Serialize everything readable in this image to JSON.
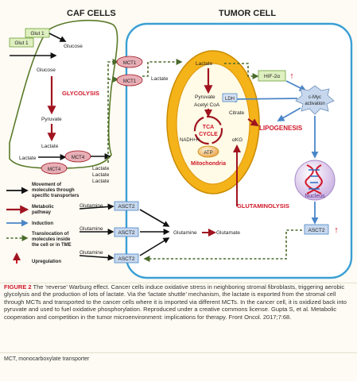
{
  "headers": {
    "caf": "CAF CELLS",
    "tumor": "TUMOR CELL"
  },
  "caf": {
    "glut1_a": "Glut 1",
    "glut1_b": "Glut 1",
    "glucose_1": "Glucose",
    "glucose_2": "Glucose",
    "glycolysis": "GLYCOLYSIS",
    "pyruvate": "Pyruvate",
    "lactate_1": "Lactate",
    "lactate_2": "Lactate",
    "mct4_a": "MCT4",
    "mct4_b": "MCT4",
    "lactate_out_1": "Lactate",
    "lactate_out_2": "Lactate",
    "lactate_out_3": "Lactate"
  },
  "membrane": {
    "mct1_a": "MCT1",
    "mct1_b": "MCT1",
    "asct2_a": "ASCT2",
    "asct2_b": "ASCT2",
    "asct2_c": "ASCT2",
    "lactate_ext": "Lactate",
    "glutamine_a": "Glutamine",
    "glutamine_b": "Glutamine",
    "glutamine_c": "Glutamine"
  },
  "tumor": {
    "lactate": "Lactate",
    "hif": "HIF-2α",
    "myc_1": "c-Myc",
    "myc_2": "activation",
    "pyruvate": "Pyruvate",
    "ldh": "LDH",
    "acetyl_coa": "Acetyl CoA",
    "citrate": "Citrate",
    "tca_1": "TCA",
    "tca_2": "CYCLE",
    "nadh": "NADH+H",
    "akg": "αKG",
    "atp": "ATP",
    "mitochondria": "Mitochondria",
    "lipogenesis": "LIPOGENESIS",
    "nucleus": "Nucleus",
    "glutaminolysis": "GLUTAMINOLYSIS",
    "glutamine": "Glutamine",
    "glutamate": "Glutamate",
    "asct2": "ASCT2"
  },
  "legend": {
    "item1_1": "Movement of",
    "item1_2": "molecules through",
    "item1_3": "specific transporters",
    "item2_1": "Metabolic",
    "item2_2": "pathway",
    "item3_1": "Induction",
    "item4_1": "Translocation of",
    "item4_2": "molecules inside",
    "item4_3": "the cell or in TME",
    "item5_1": "Upregulation"
  },
  "caption": {
    "label": "FIGURE 2",
    "text": " The ‘reverse’ Warburg effect. Cancer cells induce oxidative stress in neighboring stromal fibroblasts, triggering aerobic glycolysis and the production of lots of lactate. Via the ‘lactate shuttle’ mechanism, the lactate is exported from the stromal cell through MCTs and transported to the cancer cells where it is imported via different MCTs. In the cancer cell, it is oxidized back into pyruvate and used to fuel oxidative phosphorylation. Reproduced under a creative commons license. Gupta S, et al. Metabolic cooperation and competition in the tumor microenvironment: implications for therapy. Front Oncol. 2017;7:68."
  },
  "footnote": "MCT, monocarboxylate transporter",
  "colors": {
    "accent_red": "#d0182a",
    "induction_blue": "#4a86c8",
    "translocation_green": "#4a6b2a",
    "membrane_blue": "#3a9fd5"
  }
}
